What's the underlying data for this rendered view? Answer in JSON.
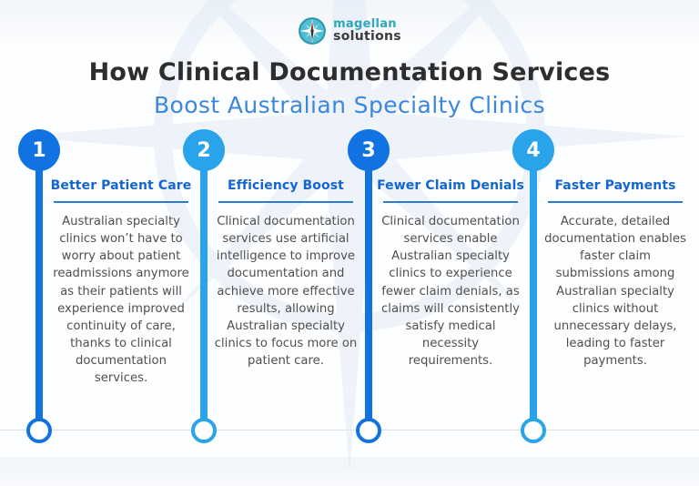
{
  "brand": {
    "name_top": "magellan",
    "name_bottom": "solutions"
  },
  "title": {
    "line1": "How Clinical Documentation Services",
    "line2": "Boost Australian Specialty Clinics"
  },
  "colors": {
    "accent_dark_blue": "#1172e1",
    "accent_light_blue": "#29a3e9",
    "step_heading_blue": "#1565d0",
    "title_blue": "#3c86db",
    "title_dark": "#2d2d2d",
    "body_gray": "#4f4f4f",
    "logo_teal": "#2ea7bc"
  },
  "steps": [
    {
      "number": "1",
      "accent": "dark",
      "title": "Better Patient Care",
      "description": "Australian specialty clinics won’t have to worry about patient readmissions anymore as their patients will experience improved continuity of care, thanks to clinical documentation services."
    },
    {
      "number": "2",
      "accent": "light",
      "title": "Efficiency Boost",
      "description": "Clinical documentation services use artificial intelligence to improve documentation and achieve more effective results, allowing Australian specialty clinics to focus more on patient care."
    },
    {
      "number": "3",
      "accent": "dark",
      "title": "Fewer Claim Denials",
      "description": "Clinical documentation services enable Australian specialty clinics to experience fewer claim denials, as claims will consistently satisfy medical necessity requirements."
    },
    {
      "number": "4",
      "accent": "light",
      "title": "Faster Payments",
      "description": "Accurate, detailed documentation enables faster claim submissions among Australian specialty clinics without unnecessary delays, leading to faster payments."
    }
  ]
}
